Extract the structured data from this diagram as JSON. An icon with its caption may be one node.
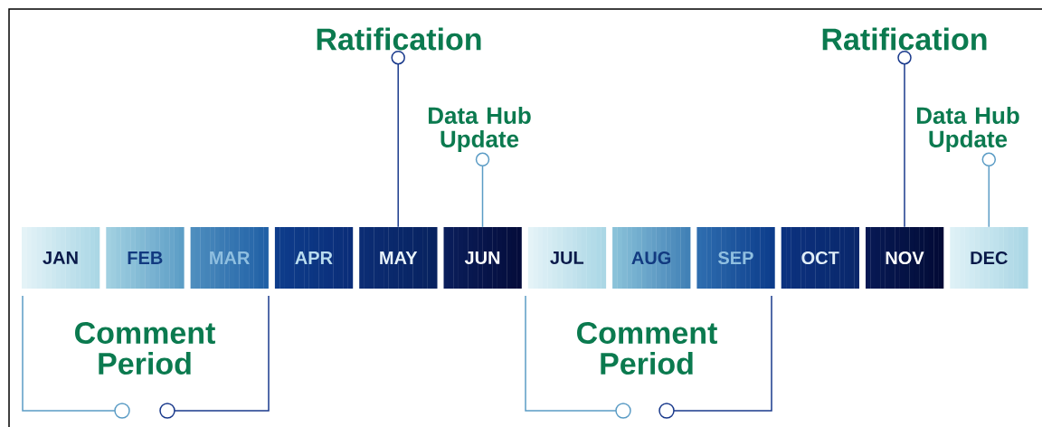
{
  "diagram": {
    "nodes": [
      {
        "text": [
          "JAN"
        ]
      },
      {
        "text": [
          "FEB"
        ]
      },
      {
        "text": [
          "MAR"
        ]
      },
      {
        "text": [
          "APR"
        ]
      },
      {
        "text": [
          "MAY"
        ]
      },
      {
        "text": [
          "JUN"
        ]
      },
      {
        "text": [
          "JUL"
        ]
      },
      {
        "text": [
          "AUG"
        ]
      },
      {
        "text": [
          "SEP"
        ]
      },
      {
        "text": [
          "OCT"
        ]
      },
      {
        "text": [
          "NOV"
        ]
      },
      {
        "text": [
          "DEC"
        ]
      },
      {
        "text": [
          "Ratification"
        ]
      },
      {
        "text": [
          "Data Hub Update"
        ]
      },
      {
        "text": [
          "Ratification"
        ]
      },
      {
        "text": [
          "Data Hub Update"
        ]
      },
      {
        "text": [
          "Comment Period"
        ]
      },
      {
        "text": [
          "Comment Period"
        ]
      }
    ],
    "edges": [
      {
        "from": 12,
        "to": 4,
        "arrow": "other"
      },
      {
        "from": 13,
        "to": 5,
        "arrow": "other",
        "color": "#5b9cc5"
      },
      {
        "from": 14,
        "to": 10,
        "arrow": "other"
      },
      {
        "from": 15,
        "to": 11,
        "arrow": "other",
        "color": "#5b9cc5"
      }
    ]
  }
}
